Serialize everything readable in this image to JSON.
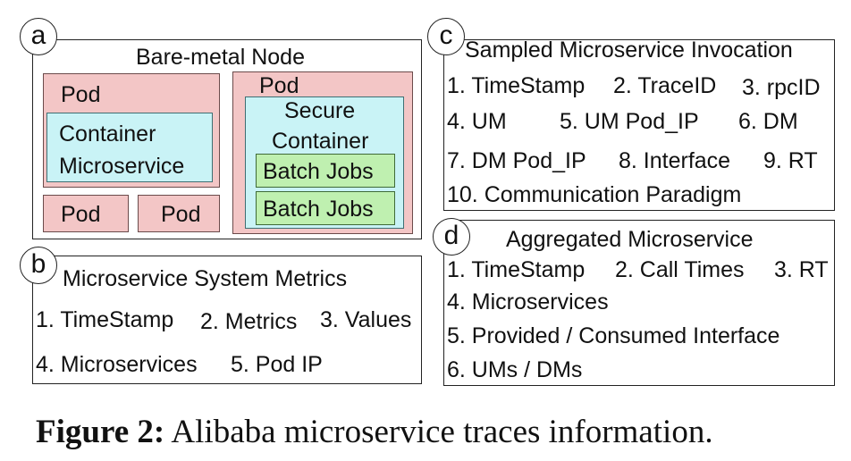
{
  "panels": {
    "a": {
      "label": "a",
      "title": "Bare-metal Node",
      "pod_top_left": "Pod",
      "container_line1": "Container",
      "container_line2": "Microservice",
      "pod_right": "Pod",
      "secure_line1": "Secure",
      "secure_line2": "Container",
      "batch1": "Batch Jobs",
      "batch2": "Batch Jobs",
      "pod_bottom1": "Pod",
      "pod_bottom2": "Pod"
    },
    "b": {
      "label": "b",
      "title": "Microservice System Metrics",
      "items": [
        "1. TimeStamp",
        "2. Metrics",
        "3. Values",
        "4. Microservices",
        "5. Pod IP"
      ]
    },
    "c": {
      "label": "c",
      "title": "Sampled Microservice Invocation",
      "items": [
        "1. TimeStamp",
        "2. TraceID",
        "3. rpcID",
        "4. UM",
        "5. UM Pod_IP",
        "6. DM",
        "7. DM Pod_IP",
        "8. Interface",
        "9. RT",
        "10. Communication Paradigm"
      ]
    },
    "d": {
      "label": "d",
      "title": "Aggregated Microservice",
      "items": [
        "1. TimeStamp",
        "2. Call Times",
        "3. RT",
        "4. Microservices",
        "5. Provided / Consumed Interface",
        "6. UMs / DMs"
      ]
    }
  },
  "caption": {
    "label": "Figure 2:",
    "text": " Alibaba microservice traces information."
  }
}
